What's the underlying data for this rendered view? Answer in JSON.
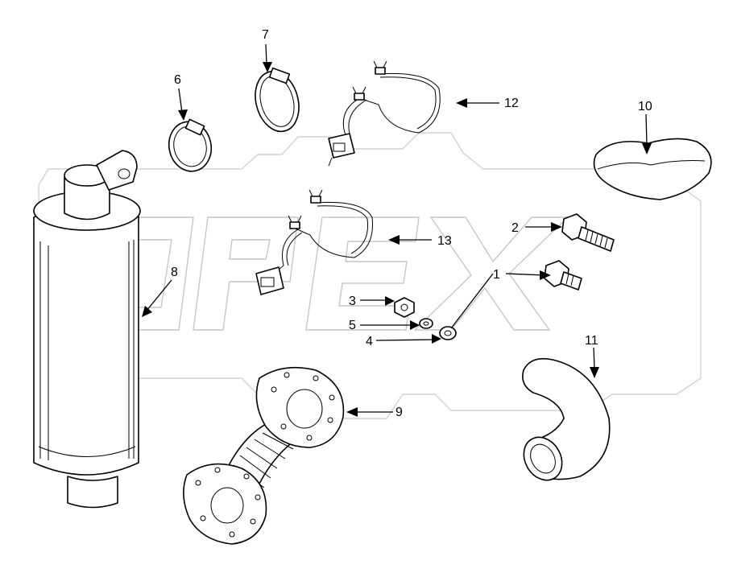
{
  "watermark": {
    "logo_text": "OPEX"
  },
  "callouts": [
    {
      "id": "c1",
      "label": "1"
    },
    {
      "id": "c2",
      "label": "2"
    },
    {
      "id": "c3",
      "label": "3"
    },
    {
      "id": "c4",
      "label": "4"
    },
    {
      "id": "c5",
      "label": "5"
    },
    {
      "id": "c6",
      "label": "6"
    },
    {
      "id": "c7",
      "label": "7"
    },
    {
      "id": "c8",
      "label": "8"
    },
    {
      "id": "c9",
      "label": "9"
    },
    {
      "id": "c10",
      "label": "10"
    },
    {
      "id": "c11",
      "label": "11"
    },
    {
      "id": "c12",
      "label": "12"
    },
    {
      "id": "c13",
      "label": "13"
    }
  ]
}
